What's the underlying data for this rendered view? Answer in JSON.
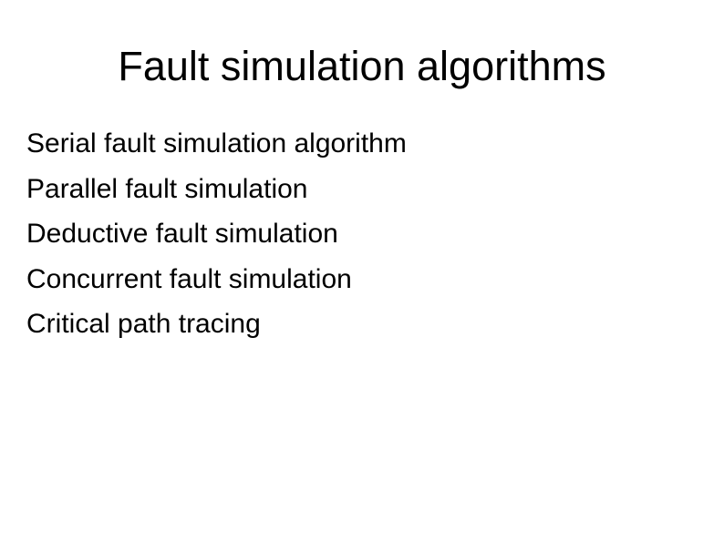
{
  "slide": {
    "background_color": "#ffffff",
    "text_color": "#000000",
    "title": "Fault simulation algorithms",
    "body_lines": [
      {
        "text": "Serial fault simulation algorithm"
      },
      {
        "text": "Parallel fault simulation"
      },
      {
        "text": "Deductive fault simulation"
      },
      {
        "text": "Concurrent fault simulation"
      },
      {
        "text": "Critical path tracing"
      }
    ]
  }
}
